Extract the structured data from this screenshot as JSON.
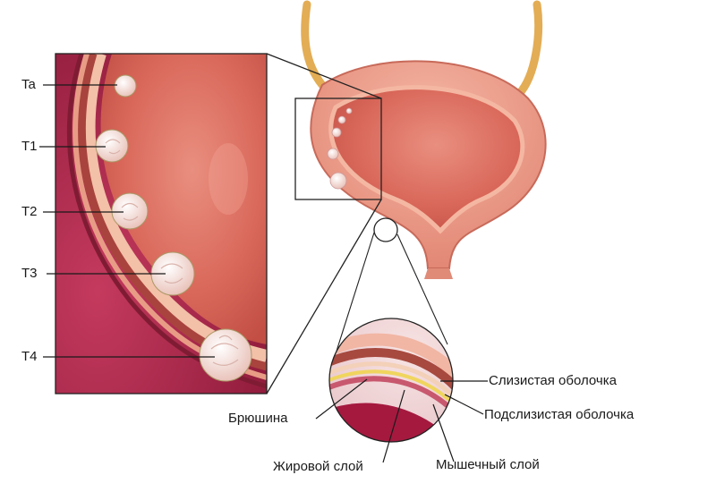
{
  "stages": [
    "Ta",
    "T1",
    "T2",
    "T3",
    "T4"
  ],
  "layers": {
    "mucosa": "Слизистая оболочка",
    "submucosa": "Подслизистая оболочка",
    "muscle": "Мышечный слой",
    "fat": "Жировой слой",
    "peritoneum": "Брюшина"
  },
  "colors": {
    "bladder_outer": "#e8927f",
    "bladder_inner": "#d96a5a",
    "wall_band": "#f2b49e",
    "background_tissue": "#b1234a",
    "ureter": "#e8b45a",
    "tumor": "#f6ddd8",
    "line": "#1a1a1a"
  }
}
